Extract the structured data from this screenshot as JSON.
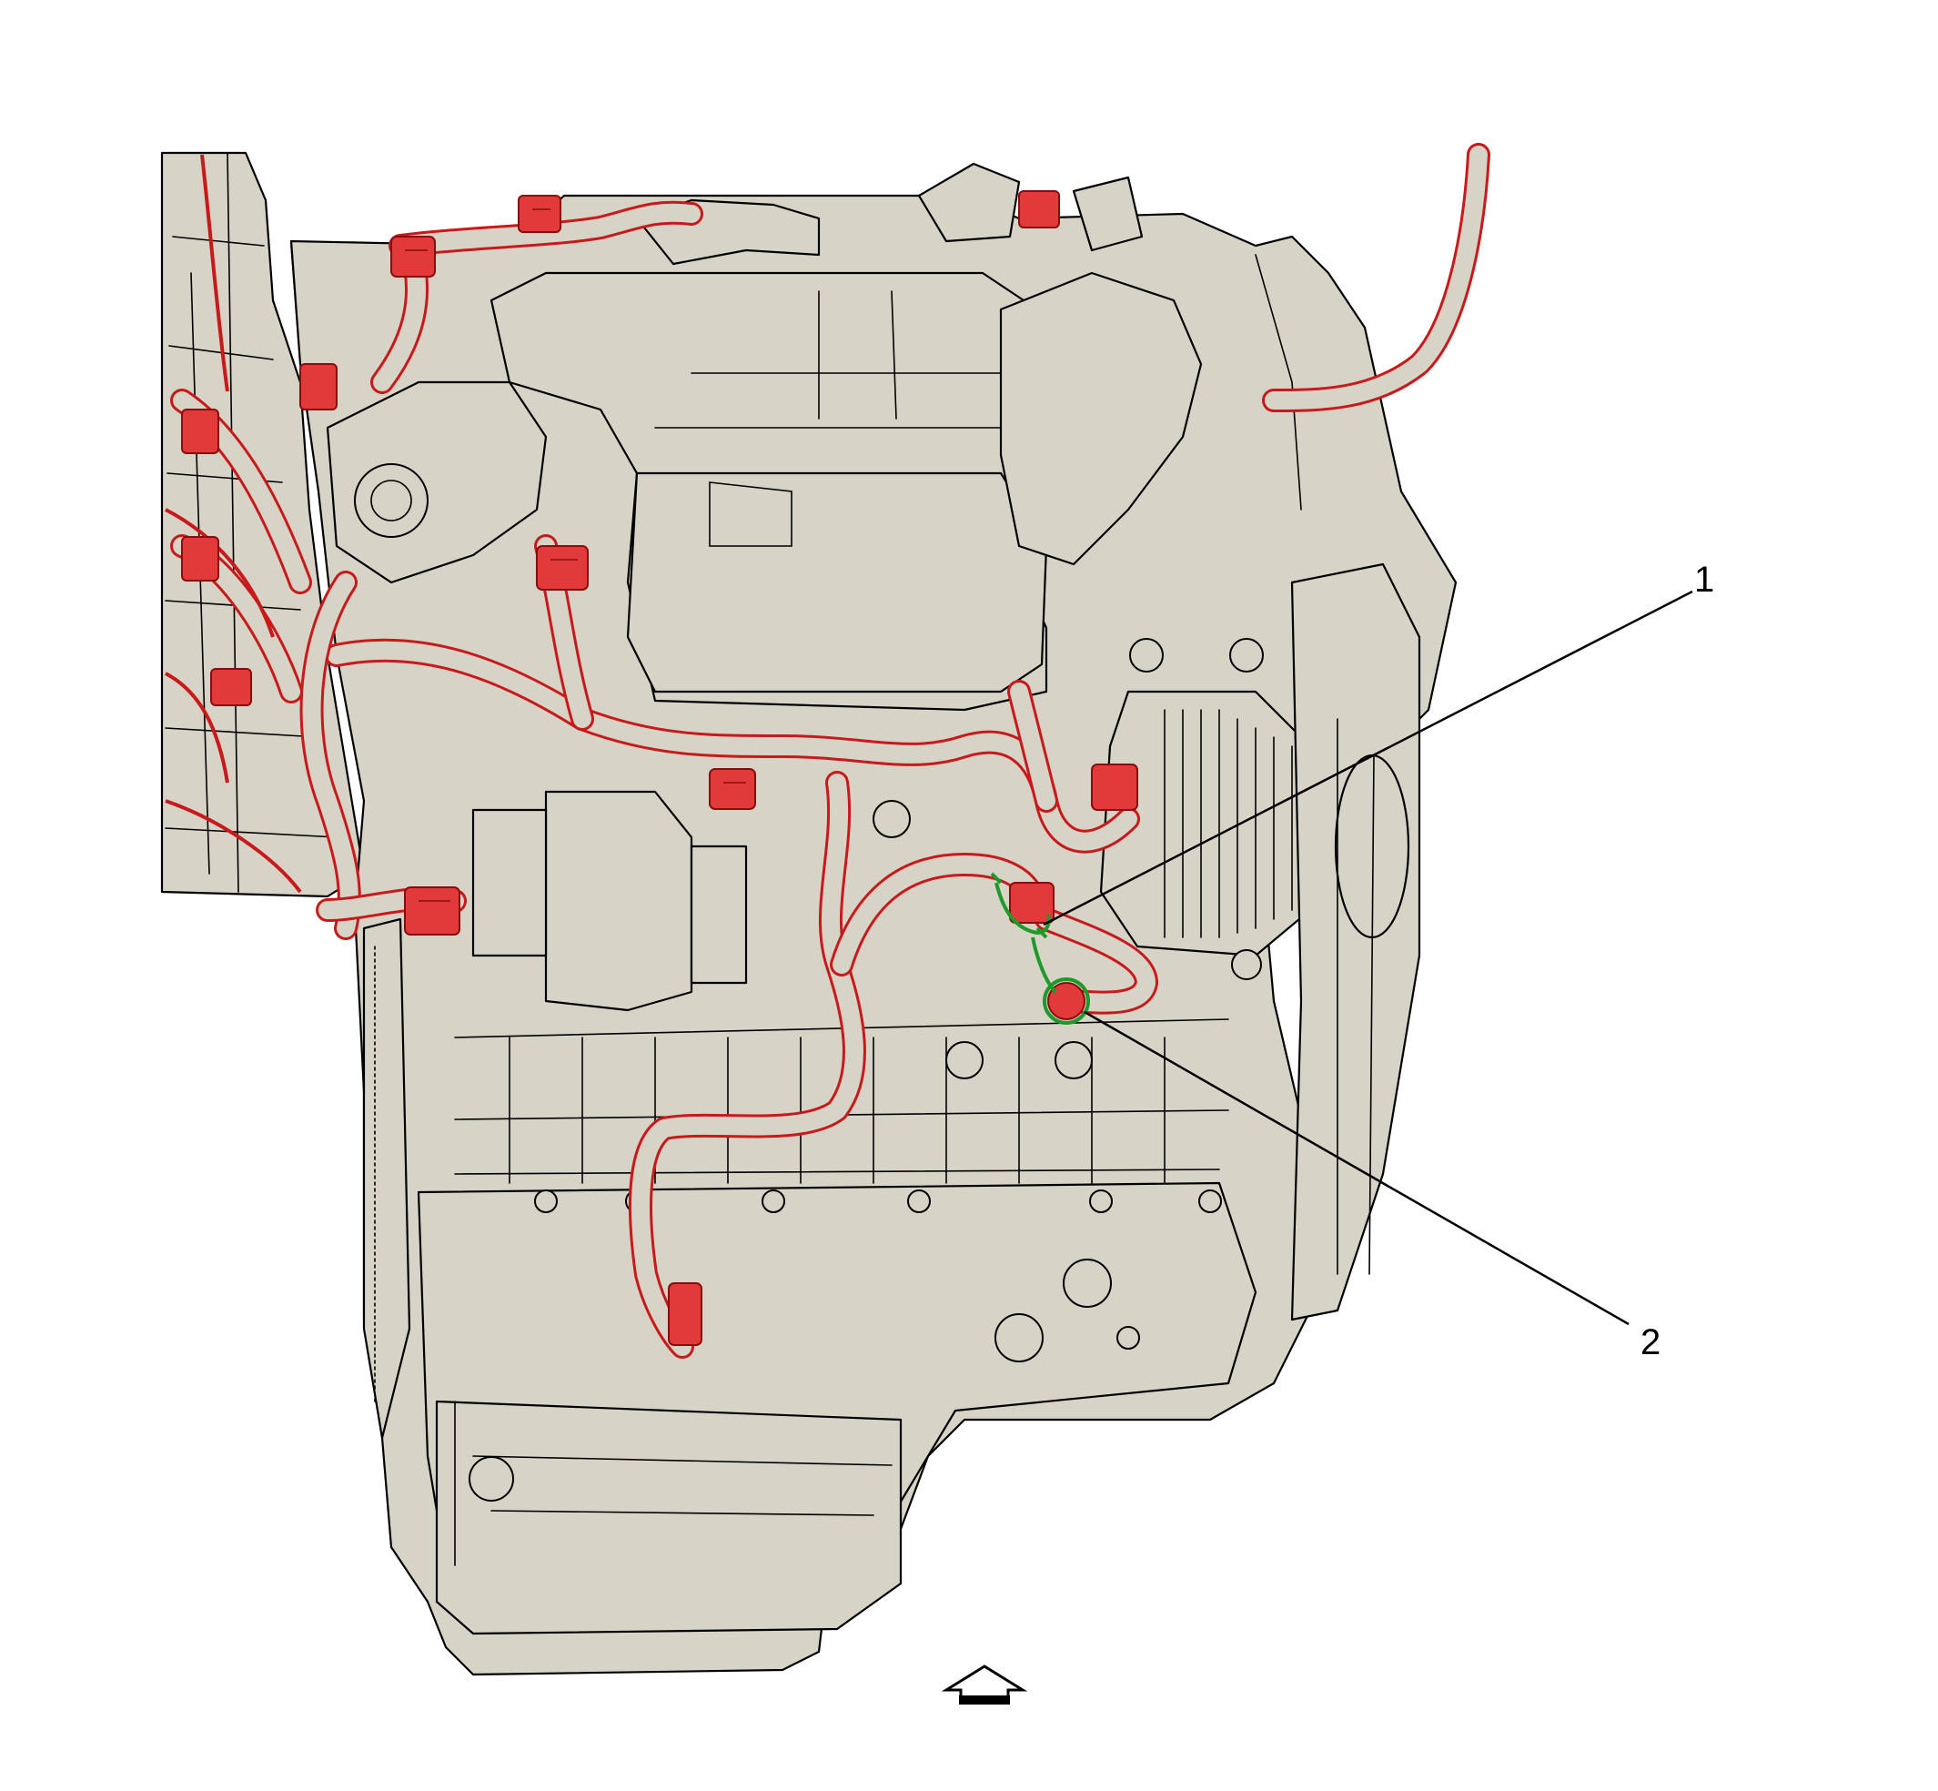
{
  "diagram": {
    "callouts": [
      {
        "id": "1",
        "label": "1"
      },
      {
        "id": "2",
        "label": "2"
      }
    ],
    "colors": {
      "engine_fill": "#d7d3c7",
      "harness": "#c8191b",
      "highlight": "#1d9b2a",
      "outline": "#000000"
    },
    "icons": [
      "front-view-arrow-icon"
    ]
  }
}
